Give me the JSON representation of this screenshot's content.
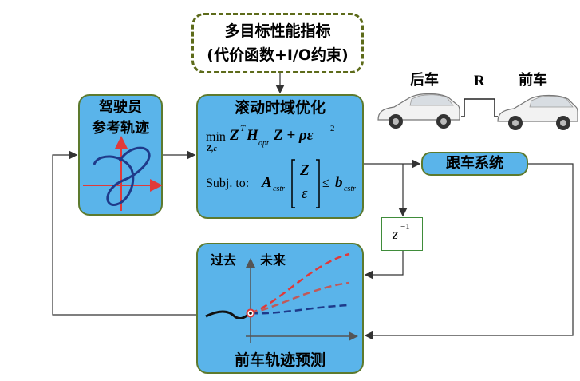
{
  "objective_box": {
    "line1": "多目标性能指标",
    "line2": "(代价函数+I/O约束)"
  },
  "driver_box": {
    "title_line1": "驾驶员",
    "title_line2": "参考轨迹"
  },
  "mpc_box": {
    "title": "滚动时域优化",
    "min_label": "min",
    "min_sub": "Z,ε",
    "cost_expr": "Z",
    "cost_sup": "T",
    "h_letter": "H",
    "h_sub": "opt",
    "cost_tail": "Z + ρε",
    "eps_sup": "2",
    "subj_label": "Subj. to:",
    "a_letter": "A",
    "a_sub": "cstr",
    "vec_top": "Z",
    "vec_bottom": "ε",
    "leq": "≤",
    "b_letter": "b",
    "b_sub": "cstr"
  },
  "cars": {
    "rear_label": "后车",
    "gap_label": "R",
    "front_label": "前车"
  },
  "following_box": {
    "label": "跟车系统"
  },
  "delay_box": {
    "base": "z",
    "exp": "−1"
  },
  "prediction_box": {
    "past_label": "过去",
    "future_label": "未来",
    "title": "前车轨迹预测"
  },
  "colors": {
    "box_fill": "#5ab4ea",
    "box_border": "#5d7a2e",
    "objective_border": "#5d6b1a",
    "delay_border": "#3f8c3a",
    "arrow": "#333333",
    "trajectory": "#1f3a8a",
    "pred_red": "#e03a3a",
    "pred_mid": "#c05a5a",
    "pred_blue": "#1e3a8a"
  }
}
